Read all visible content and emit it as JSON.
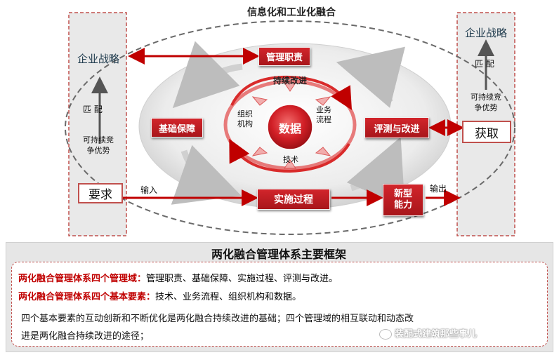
{
  "title": "信息化和工业化融合",
  "left_panel": {
    "top": "企业战略",
    "match": "匹  配",
    "bottom_lines": [
      "可持续竞",
      "争优势"
    ],
    "require": "要求",
    "input": "输入"
  },
  "right_panel": {
    "top": "企业战略",
    "match": "匹  配",
    "lines": [
      "可持续竞",
      "争优势"
    ],
    "obtain": "获取",
    "output": "输出"
  },
  "domains": {
    "mgmt": "管理职责",
    "base": "基础保障",
    "eval": "评测与改进",
    "impl": "实施过程",
    "new_cap": [
      "新型",
      "能力"
    ]
  },
  "center": {
    "core": "数据",
    "continuous": "持续改进",
    "org": [
      "组织",
      "机构"
    ],
    "process": [
      "业务",
      "流程"
    ],
    "tech": "技术"
  },
  "bottom": {
    "title": "两化融合管理体系主要框架",
    "line1_red": "两化融合管理体系四个管理域：",
    "line1_text": "管理职责、基础保障、实施过程、评测与改进。",
    "line2_red": "两化融合管理体系四个基本要素：",
    "line2_text": "技术、业务流程、组织机构和数据。",
    "line3": "四个基本要素的互动创新和不断优化是两化融合持续改进的基础；四个管理域的相互联动和动态改",
    "line4": "进是两化融合持续改进的途径；",
    "watermark": "装配式建筑那些事儿"
  },
  "colors": {
    "accent": "#c00000",
    "box_red": "#c8202a",
    "panel": "#e9e9e9"
  }
}
